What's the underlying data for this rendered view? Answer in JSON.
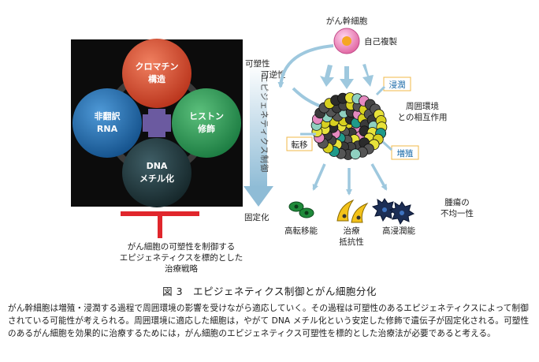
{
  "epigenetic_factors": {
    "chromatin": [
      "クロマチン",
      "構造"
    ],
    "histone": [
      "ヒストン",
      "修飾"
    ],
    "dna": [
      "DNA",
      "メチル化"
    ],
    "rna": [
      "非翻訳",
      "RNA"
    ]
  },
  "strategy_text": "がん細胞の可塑性を制御する\nエピジェネティクスを標的とした\n治療戦略",
  "stem_cell": {
    "title": "がん幹細胞",
    "self_renewal": "自己複製"
  },
  "axis": {
    "plasticity": "可塑性",
    "reversibility": "可逆性",
    "vertical_label": "エピジェネティクス制御",
    "fixation": "固定化"
  },
  "processes": {
    "invasion": "浸潤",
    "metastasis": "転移",
    "proliferation": "増殖",
    "microenvironment": [
      "周囲環境",
      "との相互作用"
    ],
    "heterogeneity": [
      "腫瘍の",
      "不均一性"
    ]
  },
  "outcomes": {
    "metastatic": "高転移能",
    "resistant": [
      "治療",
      "抵抗性"
    ],
    "invasive": "高浸潤能"
  },
  "figure_caption": "図 3　エピジェネティクス制御とがん細胞分化",
  "description": "がん幹細胞は増殖・浸潤する過程で周囲環境の影響を受けながら適応していく。その過程は可塑性のあるエピジェネティクスによって制御されている可能性が考えられる。周囲環境に適応した細胞は，やがて DNA メチル化という安定した修飾で遺伝子が固定化される。可塑性のあるがん細胞を効果的に治療するためには，がん細胞のエピジェネティクス可塑性を標的とした治療法が必要であると考える。",
  "colors": {
    "chromatin": "#d24a2a",
    "histone": "#2a9a55",
    "dna": "#1f3a40",
    "rna": "#1f6fb5",
    "plus": "#6b5aa0",
    "inhibitor": "#e0262c",
    "arrow": "#9ec8de",
    "label_border": "#f0b84a"
  }
}
